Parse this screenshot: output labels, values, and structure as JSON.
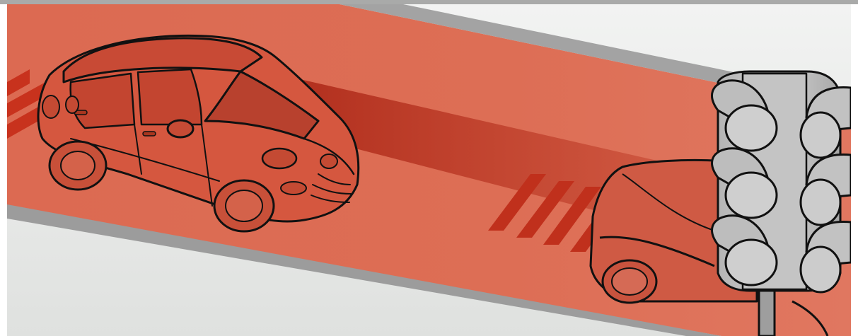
{
  "illustration": {
    "subject": "car-camera-detecting-vehicle-at-traffic-light",
    "icons": [
      "car-illustration",
      "oncoming-car-illustration",
      "traffic-light-icon",
      "sensor-beam",
      "road-lane",
      "warning-stripes"
    ],
    "colors": {
      "road_red": "#d9614a",
      "road_red_light": "#e0765e",
      "beam_dark": "#b02a18",
      "stripe_red": "#c8321d",
      "curb_gray": "#9c9c9c",
      "background_light": "#eef0ee",
      "signal_gray": "#bfbfbf",
      "outline": "#111111"
    }
  }
}
